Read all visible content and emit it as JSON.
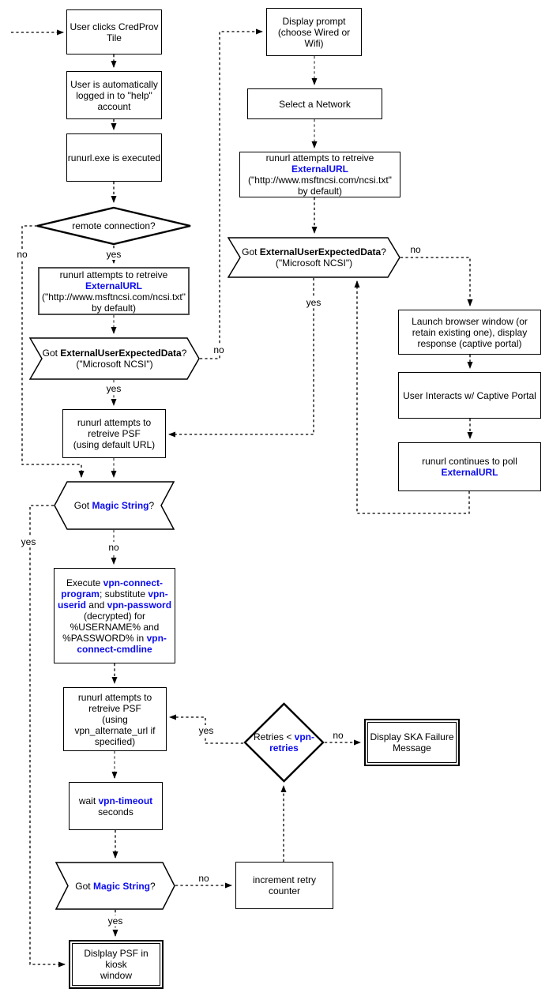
{
  "colors": {
    "accent": "#0b0bf0",
    "shape_border": "#000000",
    "gray_box_border": "#4d4d4d"
  },
  "nodes": {
    "user_clicks": {
      "lines": [
        [
          "User clicks CredProv"
        ],
        [
          "Tile"
        ]
      ]
    },
    "auto_login": {
      "lines": [
        [
          "User is automatically"
        ],
        [
          "logged in to \"help\""
        ],
        [
          "account"
        ]
      ]
    },
    "runurl_exec": {
      "lines": [
        [
          "runurl.exe is executed"
        ]
      ]
    },
    "remote_conn": {
      "lines": [
        [
          "remote connection?"
        ]
      ]
    },
    "attempt_ext_left": {
      "lines": [
        [
          "runurl attempts to retreive"
        ],
        [
          {
            "t": "ExternalURL",
            "s": "hl"
          }
        ],
        [
          "(\"http://www.msftncsi.com/ncsi.txt\""
        ],
        [
          "by default)"
        ]
      ]
    },
    "got_eued_left": {
      "lines": [
        [
          "Got ",
          {
            "t": "ExternalUserExpectedData",
            "s": "b"
          },
          "?"
        ],
        [
          "(\"Microsoft NCSI\")"
        ]
      ]
    },
    "attempt_psf_default": {
      "lines": [
        [
          "runurl attempts to"
        ],
        [
          "retreive PSF"
        ],
        [
          "(using default URL)"
        ]
      ]
    },
    "got_magic_1": {
      "lines": [
        [
          "Got ",
          {
            "t": "Magic String",
            "s": "hl"
          },
          "?"
        ]
      ]
    },
    "exec_vpn": {
      "lines": [
        [
          "Execute ",
          {
            "t": "vpn-connect-",
            "s": "hl"
          }
        ],
        [
          {
            "t": "program",
            "s": "hl"
          },
          "; substitute ",
          {
            "t": "vpn-",
            "s": "hl"
          }
        ],
        [
          {
            "t": "userid",
            "s": "hl"
          },
          " and ",
          {
            "t": "vpn-password",
            "s": "hl"
          }
        ],
        [
          "(decrypted) for"
        ],
        [
          "%USERNAME% and"
        ],
        [
          "%PASSWORD% in ",
          {
            "t": "vpn-",
            "s": "hl"
          }
        ],
        [
          {
            "t": "connect-cmdline",
            "s": "hl"
          }
        ]
      ]
    },
    "attempt_psf_alt": {
      "lines": [
        [
          "runurl attempts to"
        ],
        [
          "retreive PSF"
        ],
        [
          "(using"
        ],
        [
          "vpn_alternate_url if"
        ],
        [
          "specified)"
        ]
      ]
    },
    "wait_timeout": {
      "lines": [
        [
          "wait ",
          {
            "t": "vpn-timeout",
            "s": "hl"
          }
        ],
        [
          "seconds"
        ]
      ]
    },
    "got_magic_2": {
      "lines": [
        [
          "Got ",
          {
            "t": "Magic String",
            "s": "hl"
          },
          "?"
        ]
      ]
    },
    "kiosk": {
      "lines": [
        [
          "Dislplay PSF in kiosk"
        ],
        [
          "window"
        ]
      ]
    },
    "display_prompt": {
      "lines": [
        [
          "Display prompt"
        ],
        [
          "(choose Wired or"
        ],
        [
          "Wifi)"
        ]
      ]
    },
    "select_network": {
      "lines": [
        [
          "Select a Network"
        ]
      ]
    },
    "attempt_ext_right": {
      "lines": [
        [
          "runurl attempts to retreive"
        ],
        [
          {
            "t": "ExternalURL",
            "s": "hl"
          }
        ],
        [
          "(\"http://www.msftncsi.com/ncsi.txt\""
        ],
        [
          "by default)"
        ]
      ]
    },
    "got_eued_right": {
      "lines": [
        [
          "Got ",
          {
            "t": "ExternalUserExpectedData",
            "s": "b"
          },
          "?"
        ],
        [
          "(\"Microsoft NCSI\")"
        ]
      ]
    },
    "launch_browser": {
      "lines": [
        [
          "Launch browser window (or"
        ],
        [
          "retain existing one), display"
        ],
        [
          "response (captive portal)"
        ]
      ]
    },
    "user_interacts": {
      "lines": [
        [
          "User Interacts w/ Captive Portal"
        ]
      ]
    },
    "poll_ext": {
      "lines": [
        [
          "runurl continues to poll"
        ],
        [
          {
            "t": "ExternalURL",
            "s": "hl"
          }
        ]
      ]
    },
    "retries": {
      "lines": [
        [
          "Retries < ",
          {
            "t": "vpn-",
            "s": "hl"
          }
        ],
        [
          {
            "t": "retries",
            "s": "hl"
          }
        ]
      ]
    },
    "ska_failure": {
      "lines": [
        [
          "Display SKA Failure"
        ],
        [
          "Message"
        ]
      ]
    },
    "incr_retry": {
      "lines": [
        [
          "increment retry"
        ],
        [
          "counter"
        ]
      ]
    }
  },
  "edge_labels": {
    "remote_yes": "yes",
    "remote_no": "no",
    "eued_left_yes": "yes",
    "eued_left_no": "no",
    "magic1_yes": "yes",
    "magic1_no": "no",
    "eued_right_yes": "yes",
    "eued_right_no": "no",
    "retries_yes": "yes",
    "retries_no": "no",
    "magic2_yes": "yes",
    "magic2_no": "no"
  }
}
